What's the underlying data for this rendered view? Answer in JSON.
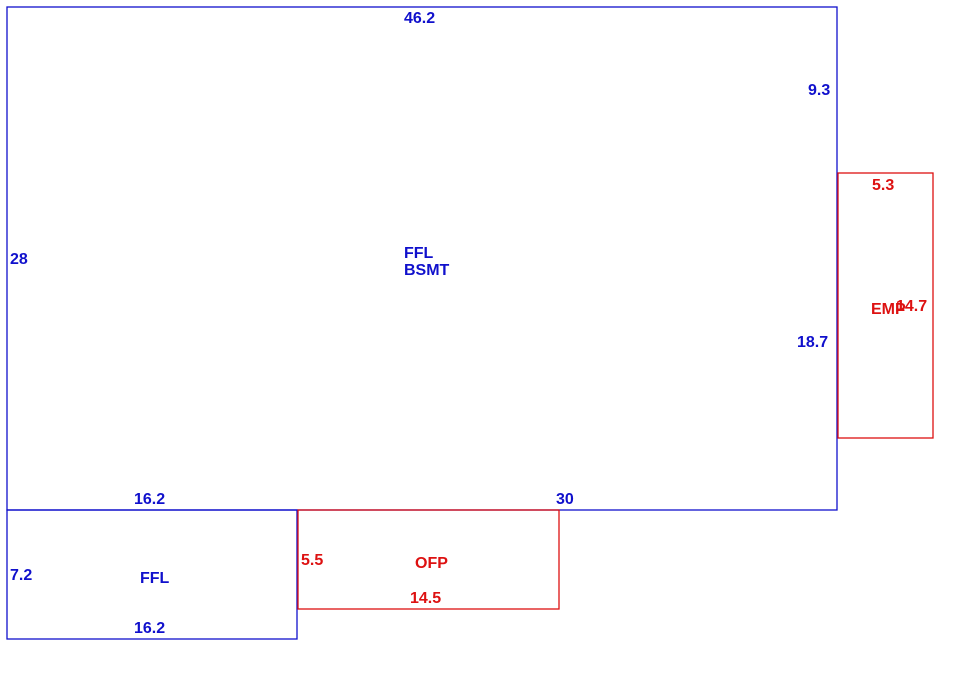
{
  "areas": {
    "main": {
      "labels": [
        "FFL",
        "BSMT"
      ],
      "dimensions": {
        "top": "46.2",
        "left": "28",
        "right_upper": "9.3",
        "right_lower": "18.7",
        "bottom_left": "16.2",
        "bottom_right": "30"
      },
      "color": "#1010cc"
    },
    "ffl_lower": {
      "label": "FFL",
      "dimensions": {
        "top": "16.2",
        "left": "7.2",
        "bottom": "16.2"
      },
      "color": "#1010cc"
    },
    "ofp": {
      "label": "OFP",
      "dimensions": {
        "left": "5.5",
        "bottom": "14.5"
      },
      "color": "#dd1111"
    },
    "emp": {
      "label": "EMP",
      "dimensions": {
        "top": "5.3",
        "right": "14.7"
      },
      "color": "#dd1111"
    }
  }
}
